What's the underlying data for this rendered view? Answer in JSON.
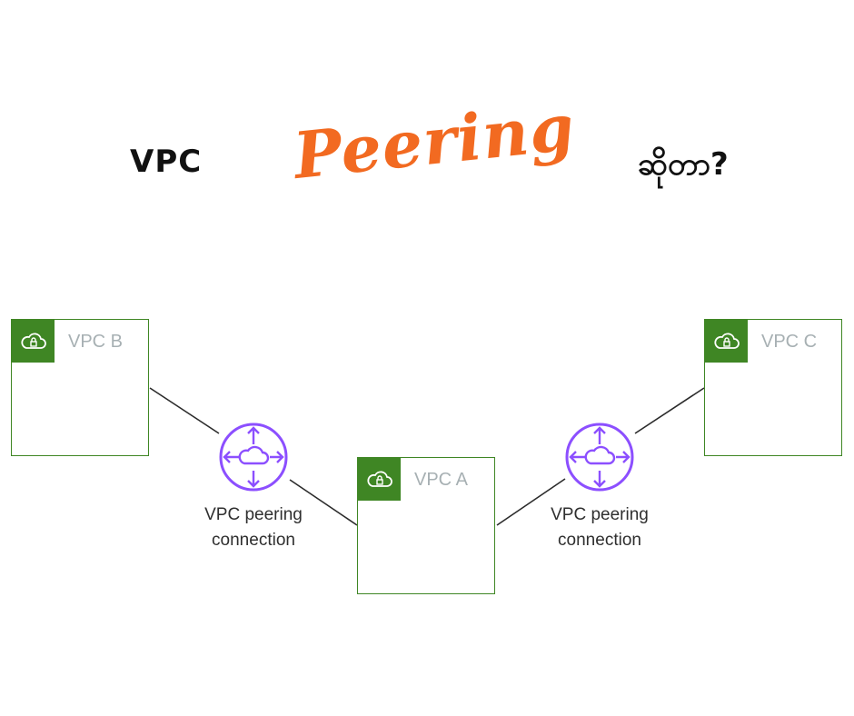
{
  "title": {
    "left": "VPC",
    "accent": "Peering",
    "right": "ဆိုတာ?"
  },
  "colors": {
    "accent": "#f26a21",
    "vpc_border": "#3f8624",
    "peering_icon": "#8c4fff",
    "vpc_label": "#a7b0b3"
  },
  "diagram": {
    "vpcs": [
      {
        "id": "b",
        "label": "VPC B",
        "icon": "cloud-lock-icon"
      },
      {
        "id": "a",
        "label": "VPC A",
        "icon": "cloud-lock-icon"
      },
      {
        "id": "c",
        "label": "VPC C",
        "icon": "cloud-lock-icon"
      }
    ],
    "peerings": [
      {
        "label_line1": "VPC peering",
        "label_line2": "connection",
        "icon": "peering-connection-icon"
      },
      {
        "label_line1": "VPC peering",
        "label_line2": "connection",
        "icon": "peering-connection-icon"
      }
    ]
  }
}
